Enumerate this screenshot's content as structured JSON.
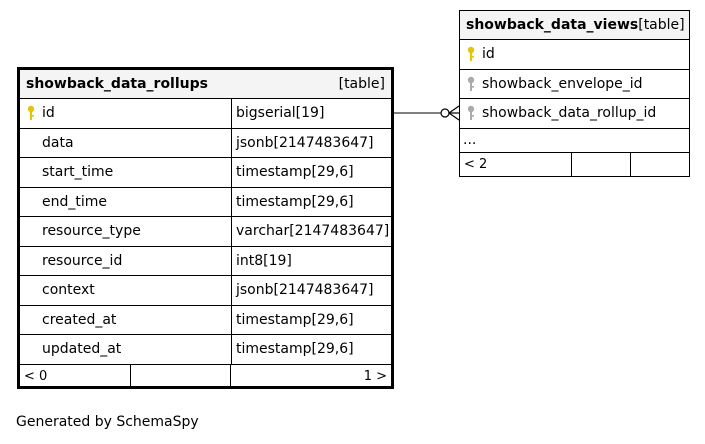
{
  "rollups": {
    "name": "showback_data_rollups",
    "kind": "[table]",
    "columns": [
      {
        "name": "id",
        "type": "bigserial[19]",
        "key": "primary"
      },
      {
        "name": "data",
        "type": "jsonb[2147483647]",
        "key": ""
      },
      {
        "name": "start_time",
        "type": "timestamp[29,6]",
        "key": ""
      },
      {
        "name": "end_time",
        "type": "timestamp[29,6]",
        "key": ""
      },
      {
        "name": "resource_type",
        "type": "varchar[2147483647]",
        "key": ""
      },
      {
        "name": "resource_id",
        "type": "int8[19]",
        "key": ""
      },
      {
        "name": "context",
        "type": "jsonb[2147483647]",
        "key": ""
      },
      {
        "name": "created_at",
        "type": "timestamp[29,6]",
        "key": ""
      },
      {
        "name": "updated_at",
        "type": "timestamp[29,6]",
        "key": ""
      }
    ],
    "footer_left": "< 0",
    "footer_right": "1 >"
  },
  "views": {
    "name": "showback_data_views",
    "kind": "[table]",
    "columns": [
      {
        "name": "id",
        "key": "primary"
      },
      {
        "name": "showback_envelope_id",
        "key": "foreign"
      },
      {
        "name": "showback_data_rollup_id",
        "key": "foreign"
      }
    ],
    "ellipsis": "...",
    "footer_left": "< 2"
  },
  "credit": "Generated by SchemaSpy",
  "colors": {
    "primary_key": "#e8c400",
    "foreign_key": "#aaaaaa",
    "header_bg": "#f4f4f4"
  }
}
